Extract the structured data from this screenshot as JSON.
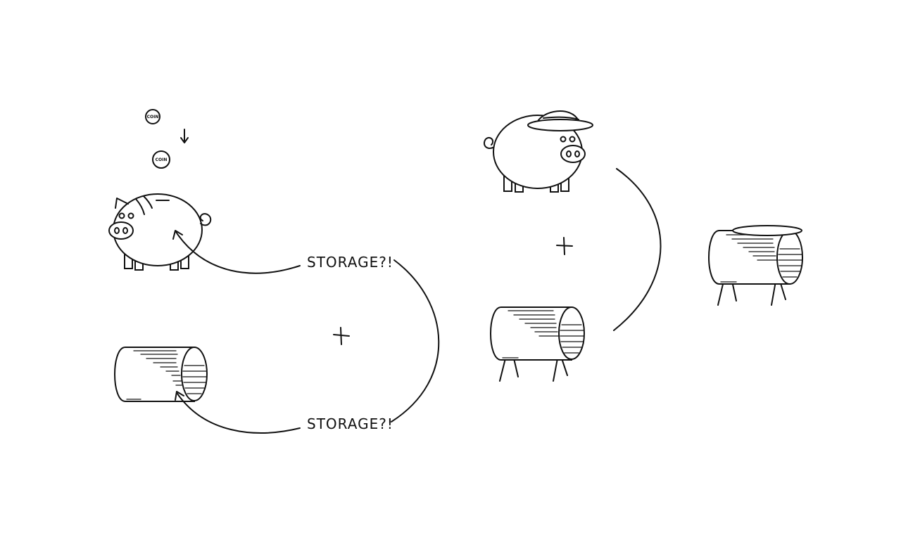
{
  "coins": [
    {
      "label": "COIN"
    },
    {
      "label": "COIN"
    }
  ],
  "labels": {
    "storage_top": "STORAGE?!",
    "storage_bottom": "STORAGE?!"
  },
  "symbols": {
    "plus": "+",
    "down_arrow": "↓"
  },
  "colors": {
    "ink": "#111111",
    "background": "#ffffff"
  }
}
